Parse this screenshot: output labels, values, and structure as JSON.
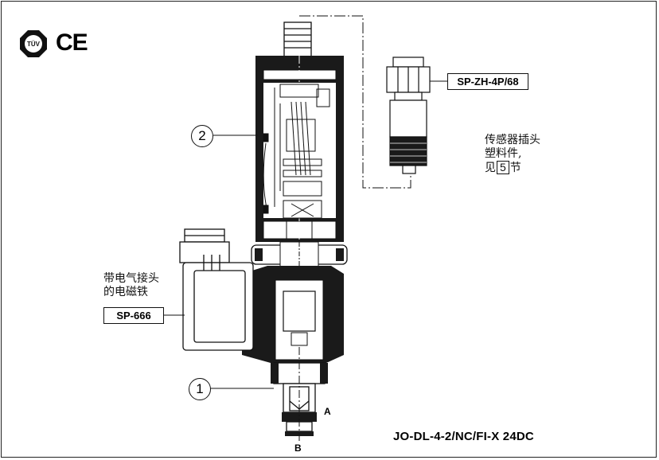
{
  "certifications": {
    "tuv_mark": "TÜV",
    "ce_mark": "CE"
  },
  "labels": {
    "connector_part": "SP-ZH-4P/68",
    "sensor_plug_line1": "传感器插头",
    "sensor_plug_line2": "塑料件,",
    "sensor_plug_line3_prefix": "见",
    "sensor_plug_section": "5",
    "sensor_plug_line3_suffix": "节",
    "solenoid_line1": "带电气接头",
    "solenoid_line2": "的电磁铁",
    "solenoid_part": "SP-666"
  },
  "callouts": {
    "one": "1",
    "two": "2"
  },
  "ports": {
    "a": "A",
    "b": "B"
  },
  "model_code": "JO-DL-4-2/NC/FI-X 24DC"
}
